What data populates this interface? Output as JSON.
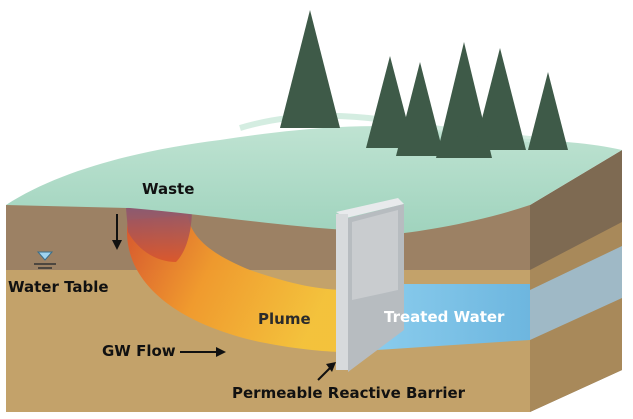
{
  "labels": {
    "waste": "Waste",
    "water_table": "Water Table",
    "gw_flow": "GW Flow",
    "plume": "Plume",
    "treated_water": "Treated Water",
    "barrier": "Permeable Reactive Barrier"
  },
  "colors": {
    "hill": "#a9d8c4",
    "topsoil": "#9c8164",
    "subsoil": "#c3a26a",
    "side_dark": "#7e6a52",
    "water": "#7ec4e8",
    "plume_orange": "#f29a2b",
    "plume_red": "#d9542c",
    "waste_purple": "#8a5672",
    "barrier": "#c9cccf",
    "tree": "#3e5a48"
  }
}
